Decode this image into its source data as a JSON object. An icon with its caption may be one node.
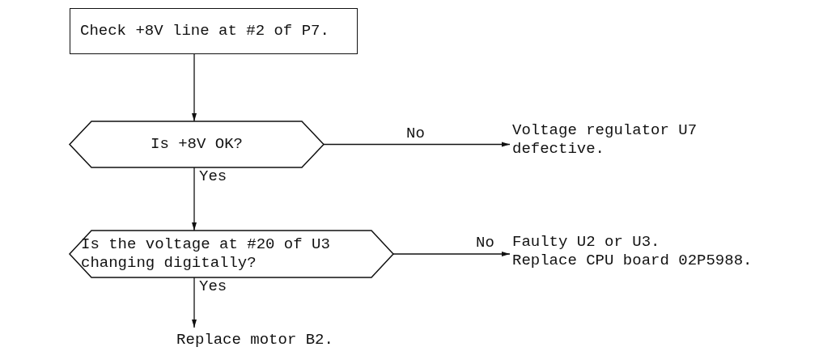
{
  "diagram": {
    "nodes": [
      {
        "text": [
          "Check +8V line at #2 of P7."
        ]
      },
      {
        "text": [
          "Is +8V OK?"
        ]
      },
      {
        "text": [
          "Voltage regulator U7 defective."
        ]
      },
      {
        "text": [
          "Is the voltage at #20 of U3 changing digitally?"
        ]
      },
      {
        "text": [
          "Faulty U2 or U3.",
          "Replace CPU board 02P5988."
        ]
      },
      {
        "text": [
          "Replace motor B2."
        ]
      }
    ],
    "edges": [
      {
        "from": 0,
        "to": 1,
        "arrow": "to"
      },
      {
        "from": 1,
        "to": 2,
        "arrow": "to",
        "label": "No"
      },
      {
        "from": 1,
        "to": 3,
        "arrow": "to",
        "label": "Yes"
      },
      {
        "from": 3,
        "to": 4,
        "arrow": "to",
        "label": "No"
      },
      {
        "from": 3,
        "to": 5,
        "arrow": "to",
        "label": "Yes"
      }
    ]
  }
}
